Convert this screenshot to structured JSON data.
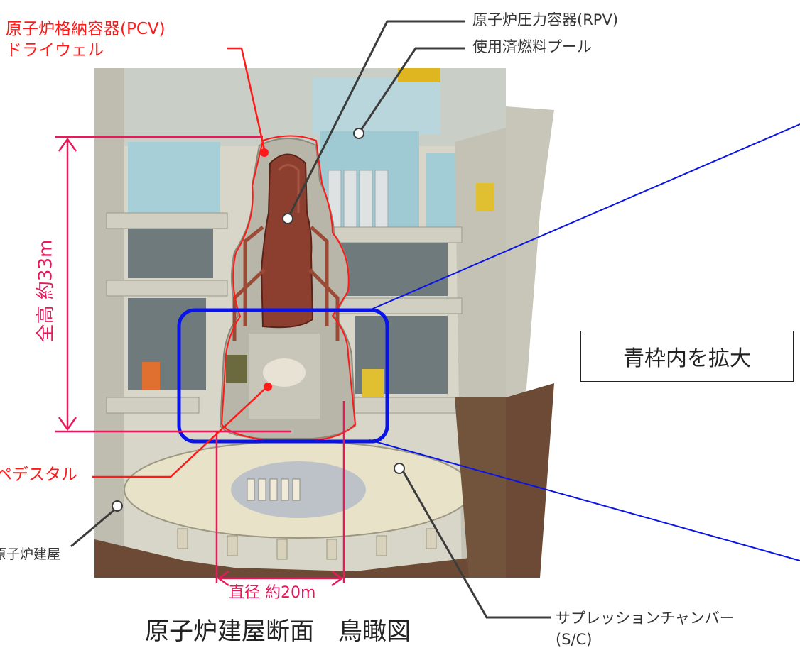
{
  "labels": {
    "pcv_line1": "原子炉格納容器(PCV)",
    "pcv_line2": "ドライウェル",
    "rpv": "原子炉圧力容器(RPV)",
    "spent_fuel_pool": "使用済燃料プール",
    "pedestal": "ペデスタル",
    "reactor_building": "原子炉建屋",
    "suppression_chamber_line1": "サプレッションチャンバー",
    "suppression_chamber_line2": "(S/C)"
  },
  "dimensions": {
    "height": "全高 約33m",
    "diameter": "直径 約20m"
  },
  "zoom_box_label": "青枠内を拡大",
  "caption": "原子炉建屋断面　鳥瞰図",
  "colors": {
    "red_label": "#ff1a1a",
    "dimension_pink": "#e8195a",
    "blue_frame": "#0a14e6",
    "leader_gray": "#3c3c3c"
  }
}
